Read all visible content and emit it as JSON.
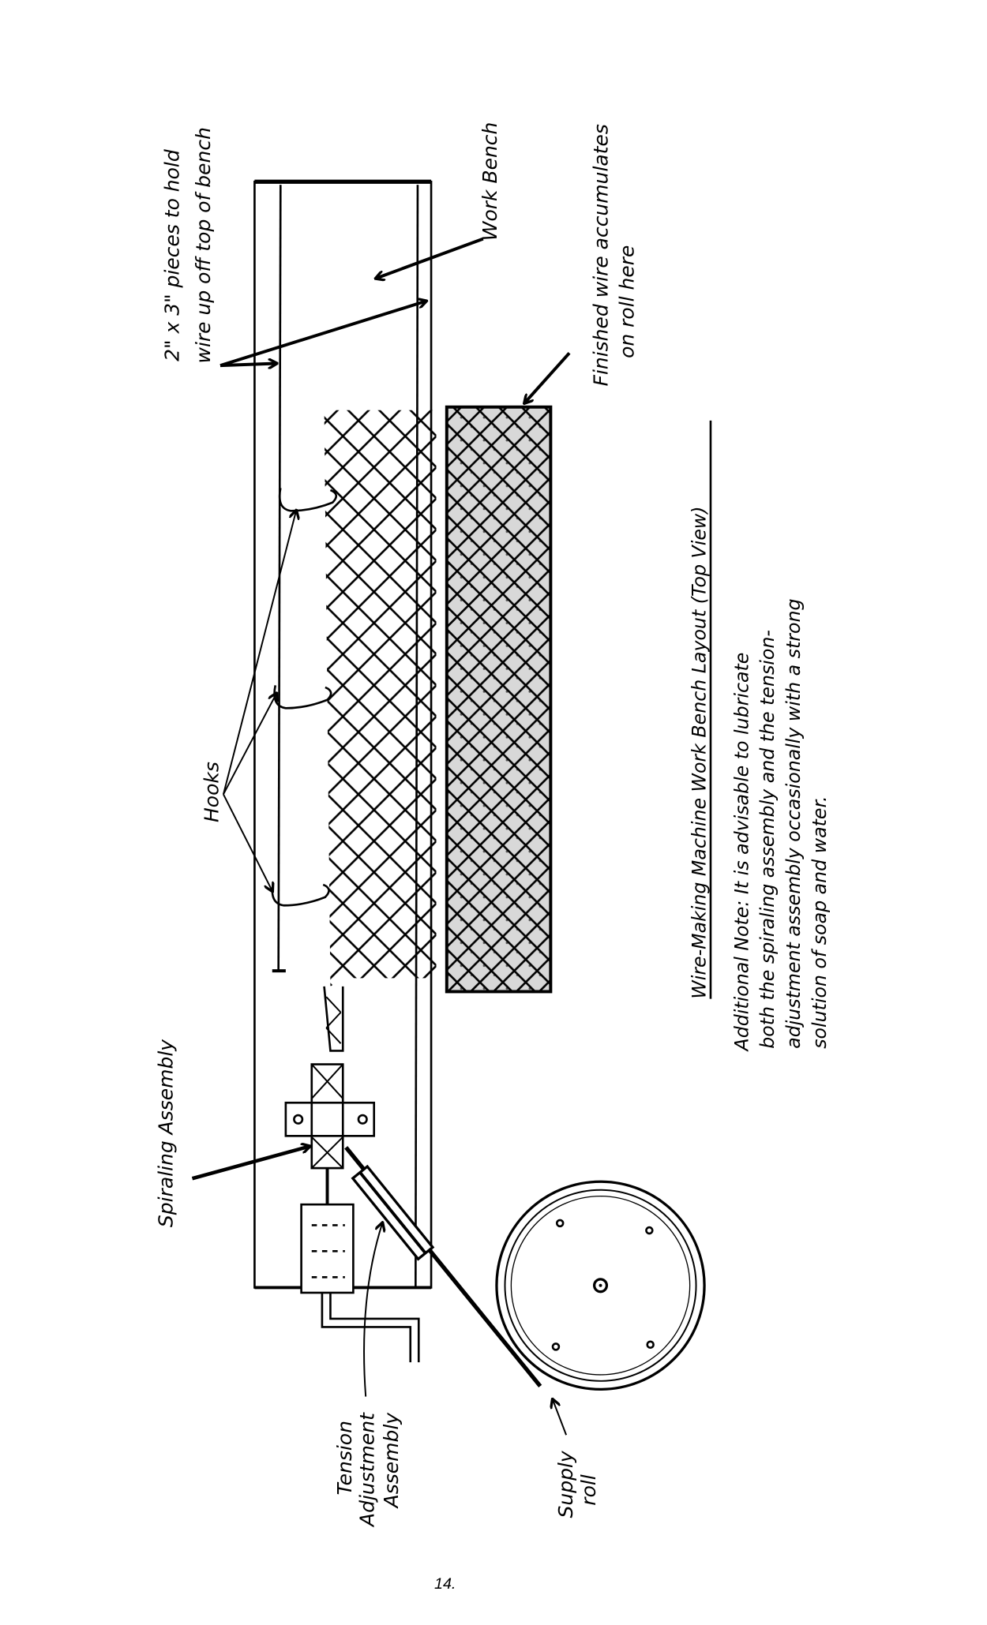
{
  "page_number": "14.",
  "labels": {
    "lumber_line1": "2\" x 3\" pieces to hold",
    "lumber_line2": "wire up off top of bench",
    "work_bench": "Work Bench",
    "finished_line1": "Finished wire accumulates",
    "finished_line2": "on roll here",
    "hooks": "Hooks",
    "spiraling": "Spiraling Assembly",
    "tension_line1": "Tension",
    "tension_line2": "Adjustment",
    "tension_line3": "Assembly",
    "supply_line1": "Supply",
    "supply_line2": "roll"
  },
  "caption": {
    "title": "Wire-Making Machine Work Bench Layout (Top View)",
    "note_lines": [
      "Additional Note:  It is advisable to lubricate",
      "both the spiraling assembly and the tension-",
      "adjustment assembly occasionally with a strong",
      "solution of soap and water."
    ]
  }
}
